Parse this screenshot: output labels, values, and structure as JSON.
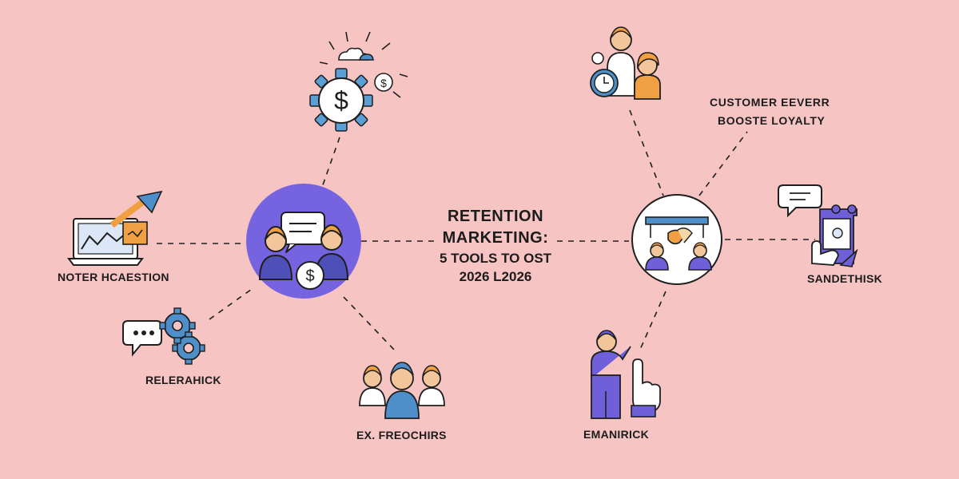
{
  "title": {
    "line1": "RETENTION",
    "line2": "MARKETING:",
    "line3": "5 TOOLS TO OST",
    "line4": "2026 L2026"
  },
  "labels": {
    "left": "NOTER HCAESTION",
    "bottom_left": "RELERAHICK",
    "bottom_center": "EX. FREOCHIRS",
    "bottom_right": "EMANIRICK",
    "right": "SANDETHISK",
    "top_right_line1": "CUSTOMER EEVERR",
    "top_right_line2": "BOOSTE LOYALTY"
  },
  "colors": {
    "background": "#f5c4c3",
    "hub": "#7563e0",
    "line": "#1f1f1f",
    "accent_orange": "#f0a043",
    "accent_blue": "#4f8fc9",
    "accent_purple": "#6f5fd8"
  }
}
